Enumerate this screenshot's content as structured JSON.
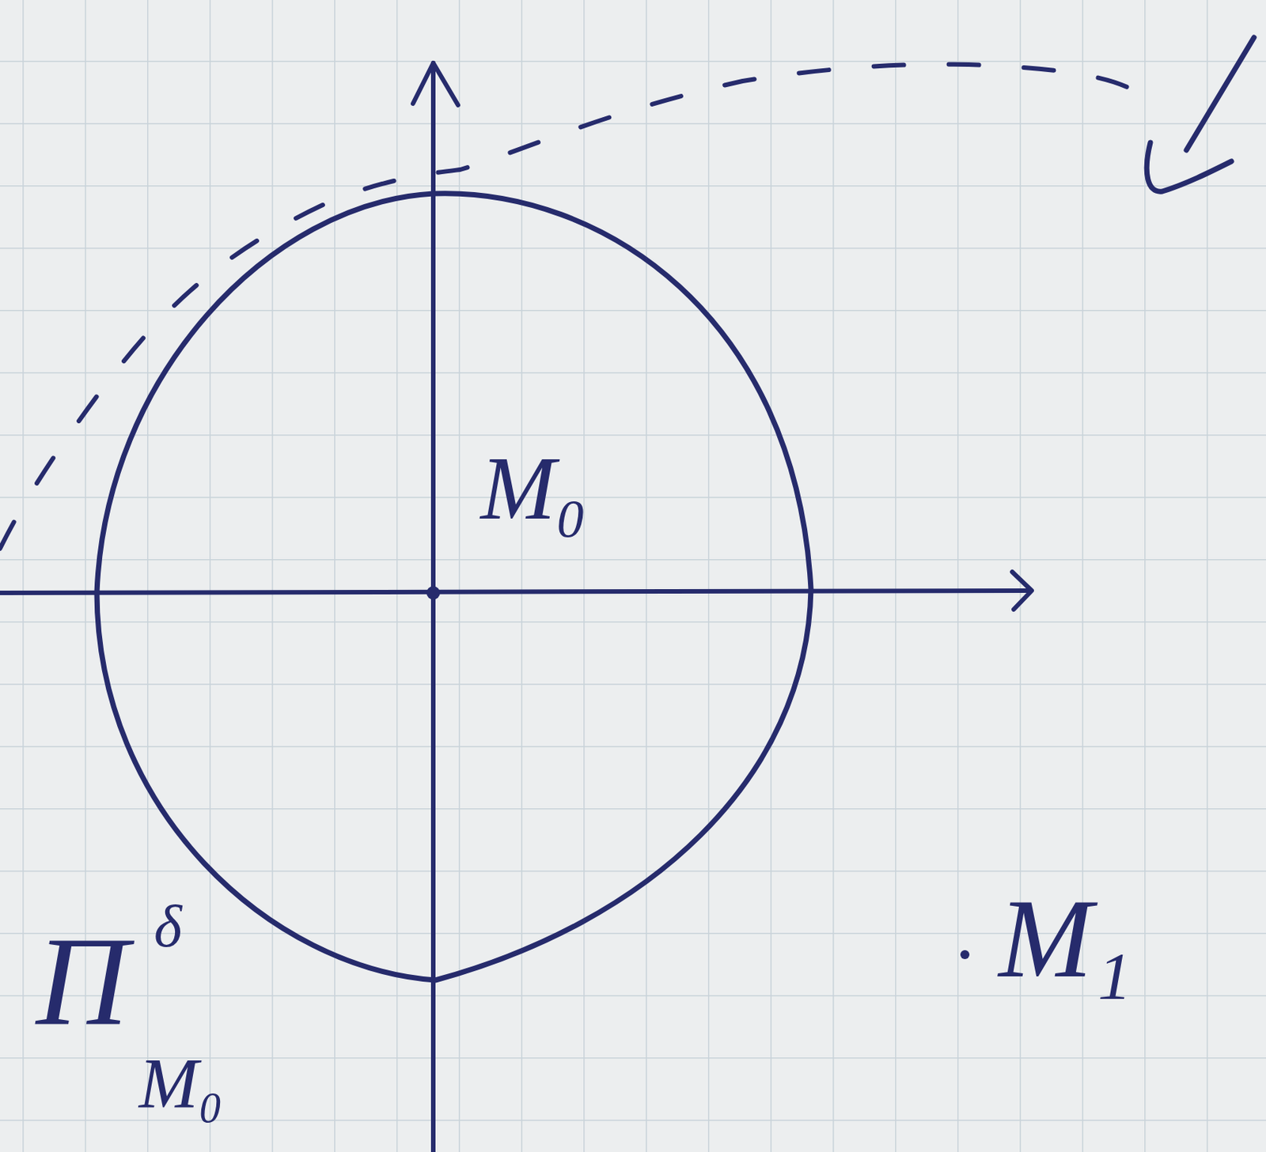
{
  "diagram": {
    "labels": [
      "M₀",
      "Π",
      "δ",
      "M₀",
      "M₁"
    ]
  }
}
